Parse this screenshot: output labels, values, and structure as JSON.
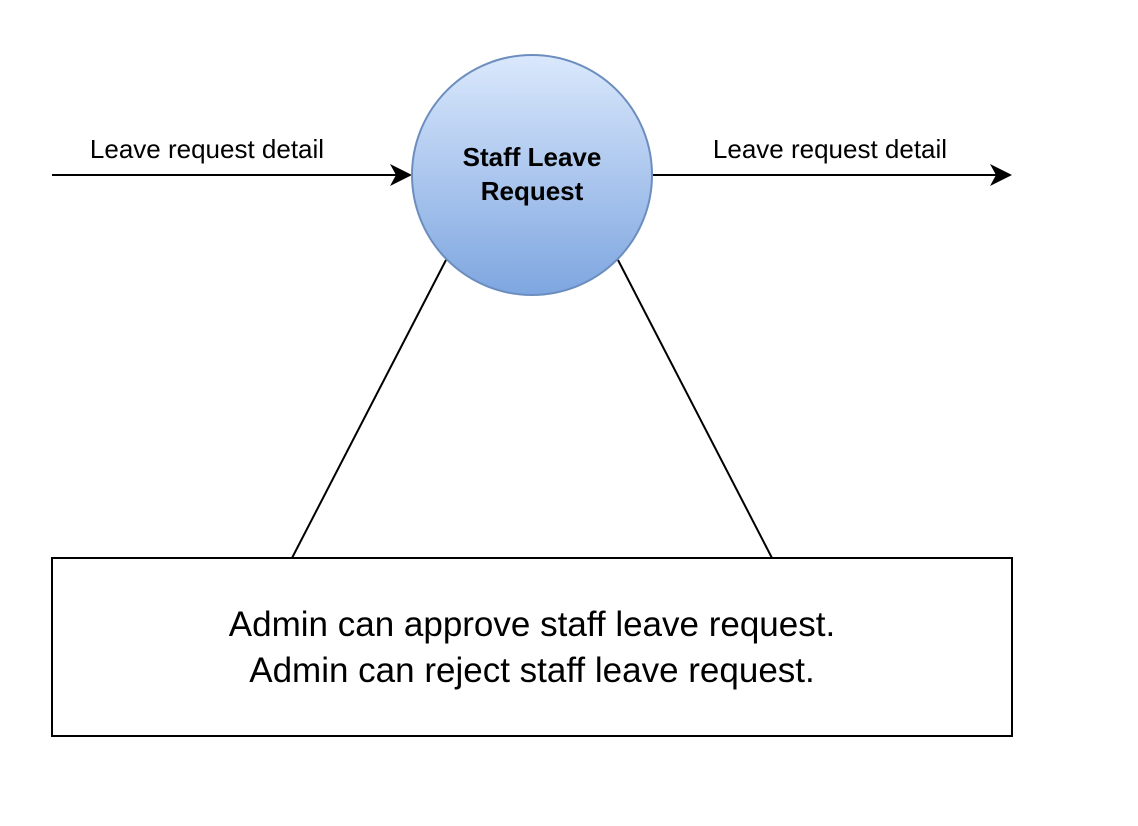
{
  "diagram": {
    "process": {
      "line1": "Staff Leave",
      "line2": "Request",
      "fill_top": "#dae8fc",
      "fill_bottom": "#7ea6e0",
      "stroke": "#6c8ebf"
    },
    "incoming_flow": {
      "label": "Leave request detail"
    },
    "outgoing_flow": {
      "label": "Leave request detail"
    },
    "note": {
      "line1": "Admin can approve staff leave request.",
      "line2": "Admin can reject staff leave request."
    }
  }
}
